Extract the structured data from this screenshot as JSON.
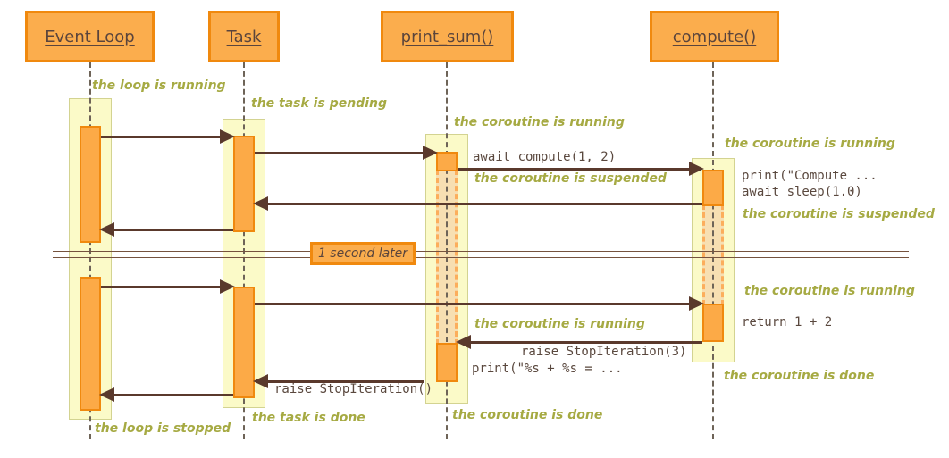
{
  "participants": {
    "event_loop": {
      "label": "Event Loop"
    },
    "task": {
      "label": "Task"
    },
    "print_sum": {
      "label": "print_sum()"
    },
    "compute": {
      "label": "compute()"
    }
  },
  "divider": {
    "label": "1 second later"
  },
  "state_labels": {
    "loop_running": {
      "text": "the loop is running"
    },
    "task_pending": {
      "text": "the task is pending"
    },
    "print_sum_running_1": {
      "text": "the coroutine is running"
    },
    "compute_running_1": {
      "text": "the coroutine is running"
    },
    "print_sum_suspended": {
      "text": "the coroutine is suspended"
    },
    "compute_suspended": {
      "text": "the coroutine is suspended"
    },
    "compute_running_2": {
      "text": "the coroutine is running"
    },
    "print_sum_running_2": {
      "text": "the coroutine is running"
    },
    "compute_done": {
      "text": "the coroutine is done"
    },
    "print_sum_done": {
      "text": "the coroutine is done"
    },
    "task_done": {
      "text": "the task is done"
    },
    "loop_stopped": {
      "text": "the loop is stopped"
    }
  },
  "messages": {
    "await_compute": {
      "text": "await compute(1, 2)"
    },
    "print_compute": {
      "text": "print(\"Compute ..."
    },
    "await_sleep": {
      "text": "await sleep(1.0)"
    },
    "return_sum": {
      "text": "return 1 + 2"
    },
    "raise_stop_3": {
      "text": "raise StopIteration(3)"
    },
    "print_result": {
      "text": "print(\"%s + %s = ..."
    },
    "raise_stop": {
      "text": "raise StopIteration()"
    }
  },
  "colors": {
    "accent_orange_border": "#f0890e",
    "box_fill": "#fbad4d",
    "activation_fill": "#fcaa47",
    "band_fill": "#fbfac8",
    "band_border": "#d3d391",
    "suspended_fill": "#f7dfb2",
    "suspended_dash": "#fcae5c",
    "arrow_brown": "#5a392c",
    "note_olive": "#a6aa43",
    "code_text": "#5a483e",
    "background": "#ffffff"
  }
}
